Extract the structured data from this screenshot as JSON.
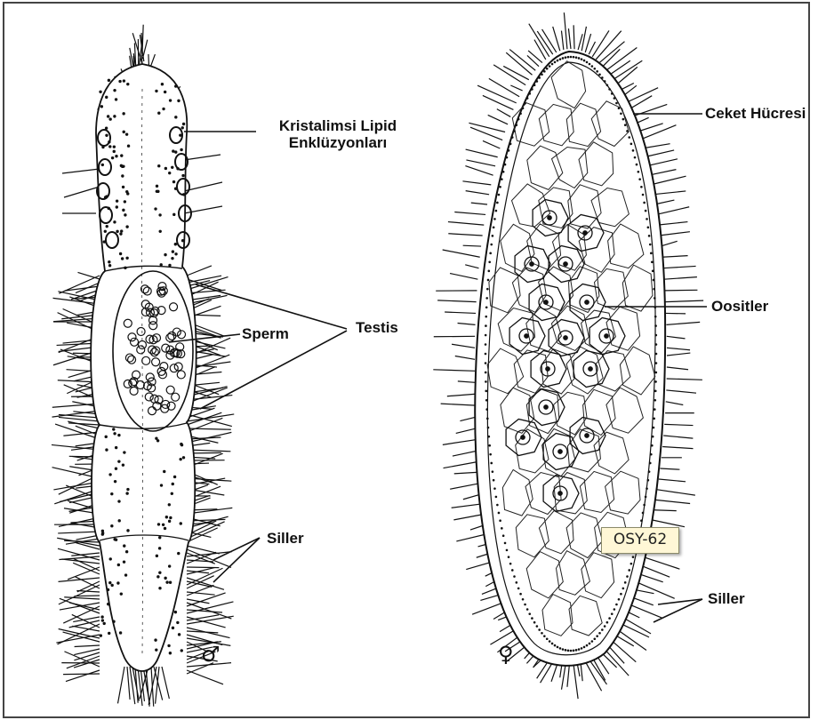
{
  "labels": {
    "lipid_line1": "Kristalimsi Lipid",
    "lipid_line2": "Enklüzyonları",
    "sperm": "Sperm",
    "testis": "Testis",
    "siller_male": "Siller",
    "ceket": "Ceket Hücresi",
    "oositler": "Oositler",
    "siller_female": "Siller"
  },
  "symbols": {
    "male": "♂",
    "female": "♀"
  },
  "tooltip": "OSY-62",
  "colors": {
    "ink": "#111111",
    "tooltip_bg": "#fff7d6",
    "frame": "#444444"
  }
}
